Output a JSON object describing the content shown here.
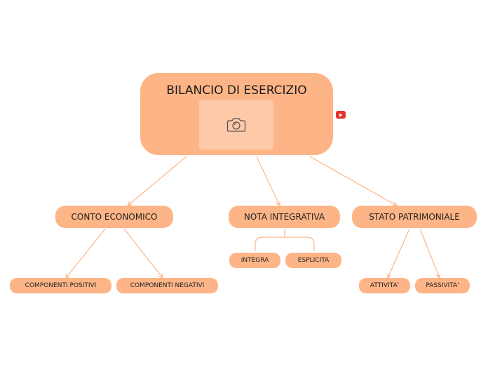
{
  "root": {
    "label": "BILANCIO DI ESERCIZIO",
    "image_icon": "camera-icon",
    "link_icon": "youtube-icon"
  },
  "colors": {
    "node_fill": "#fdb587",
    "photo_fill": "#fdc9a8",
    "connector": "#fdb587",
    "youtube": "#e4322c"
  },
  "branches": [
    {
      "label": "CONTO ECONOMICO",
      "children": [
        "COMPONENTI POSITIVI",
        "COMPONENTI NEGATIVI"
      ]
    },
    {
      "label": "NOTA INTEGRATIVA",
      "children": [
        "INTEGRA",
        "ESPLICITA"
      ]
    },
    {
      "label": "STATO PATRIMONIALE",
      "children": [
        "ATTIVITA'",
        "PASSIVITA'"
      ]
    }
  ]
}
